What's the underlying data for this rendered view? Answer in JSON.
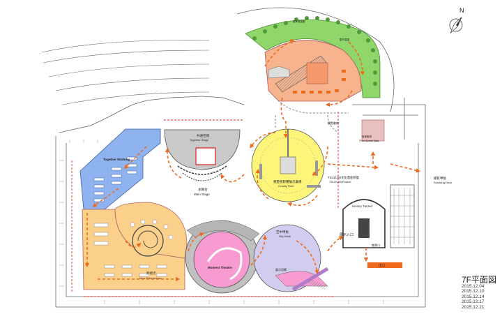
{
  "plan": {
    "title": "7F平面図",
    "dates": [
      "2015.12.04",
      "2015.12.10",
      "2015.12.14",
      "2015.12.17",
      "2015.12.21"
    ],
    "north": "N"
  },
  "zones": {
    "together_working": "Together Working",
    "stage_jp": "共通空間",
    "stage_en": "Together Stage",
    "main_stage_jp": "主舞台",
    "main_stage_en": "Main Stage",
    "gravity_jp": "重量感影響展示廣場",
    "gravity_en": "Gravity Field",
    "tsuzumi_jp": "TSUZUMI文化遺産修復",
    "tsuzumi_en": "TSUZUMI Project",
    "history_tunnel": "History Tunnel",
    "entrance_jp": "展示入口",
    "moment_theatre": "Moment Theatre",
    "new_perspectives_jp": "新視点",
    "new_perspectives_en": "New Perspectives",
    "sky_deck_jp": "空中甲板",
    "sky_deck_en": "Sky Deck",
    "shooting_deck_jp": "撮影甲板",
    "shooting_deck_en": "Shooting Deck",
    "special_sales_jp": "特別販売",
    "special_sales_en": "7Fxxx Special Sales",
    "exit_jp": "出口",
    "ticket": "售票口",
    "gallery_jp": "展示回廊",
    "outdoor_jp": "屋外展望",
    "flow_jp": "観覧動線",
    "top_note": "屋外展望廊"
  },
  "colors": {
    "green": "#8fd66b",
    "salmon": "#f7b38d",
    "blue": "#8fb3ee",
    "yellow": "#fdf57a",
    "orange_area": "#fbd08a",
    "pink": "#f79bd0",
    "lavender": "#d2cdee",
    "arrow": "#f06a1e",
    "line": "#555555"
  }
}
